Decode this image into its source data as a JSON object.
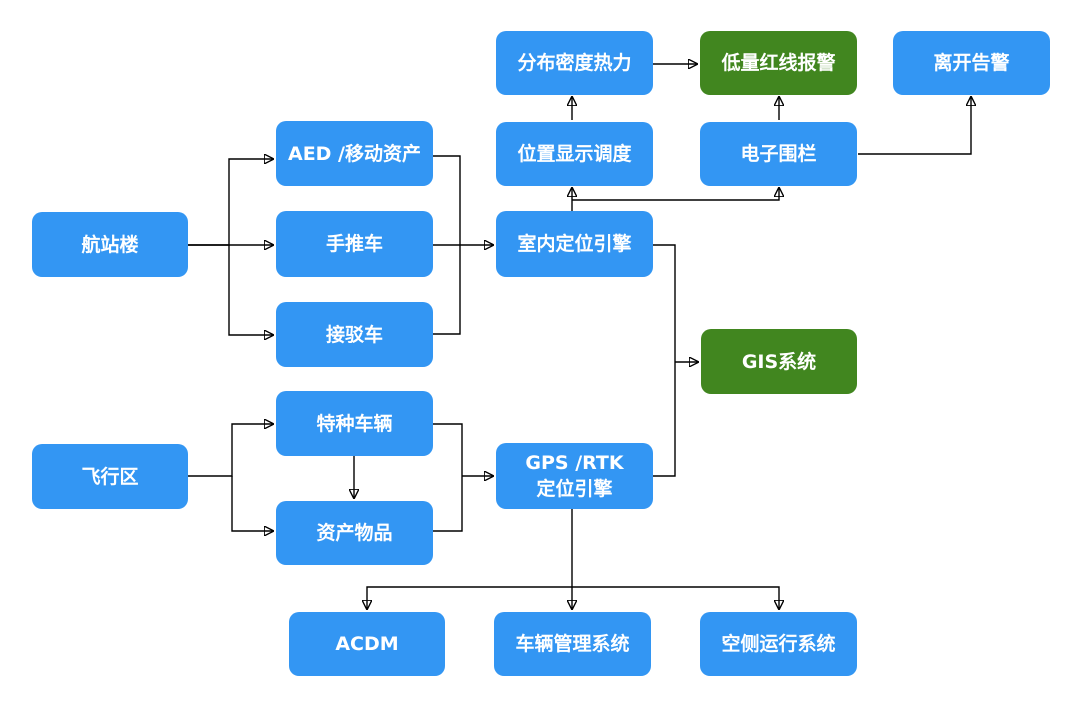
{
  "colors": {
    "node_blue": "#3396f3",
    "node_green": "#41861f",
    "edge": "#000000",
    "background": "#ffffff"
  },
  "nodes": {
    "terminal": "航站楼",
    "airside": "飞行区",
    "aed": "AED /移动资产",
    "trolley": "手推车",
    "shuttle": "接驳车",
    "special_vehicle": "特种车辆",
    "assets": "资产物品",
    "indoor_engine": "室内定位引擎",
    "gps_engine": "GPS /RTK\n定位引擎",
    "position_display": "位置显示调度",
    "heatmap": "分布密度热力",
    "low_alert": "低量红线报警",
    "geofence": "电子围栏",
    "leave_alert": "离开告警",
    "gis": "GIS系统",
    "acdm": "ACDM",
    "vehicle_mgmt": "车辆管理系统",
    "airside_ops": "空侧运行系统"
  }
}
